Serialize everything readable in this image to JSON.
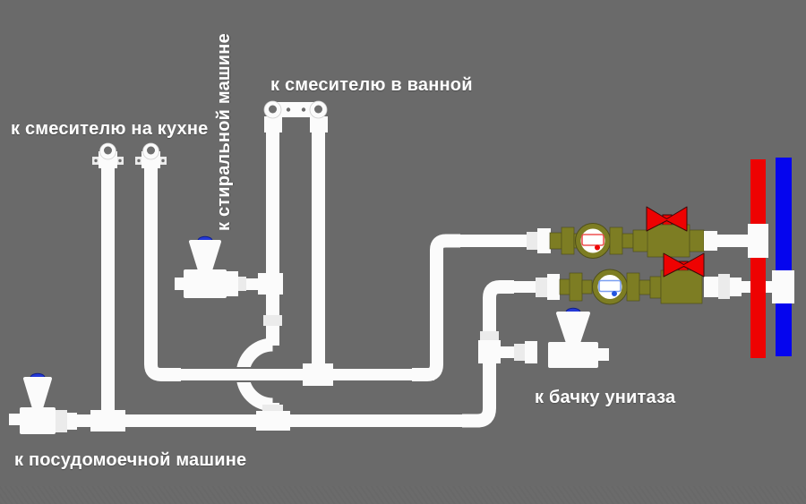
{
  "labels": {
    "kitchen_mixer": "к смесителю на кухне",
    "washing_machine": "к стиральной машине",
    "bathroom_mixer": "к смесителю в ванной",
    "toilet_tank": "к бачку унитаза",
    "dishwasher": "к посудомоечной машине"
  },
  "colors": {
    "bg": "#6a6a6a",
    "hot": "#ee0202",
    "cold": "#0505ee",
    "brass": "#7d7d23",
    "brass-edge": "#50501a",
    "pipe": "#fbfbfb",
    "pipe-shade": "#ebebeb",
    "cap": "#2438d6",
    "cap-edge": "#101f8a",
    "hot-window": "#ef5050",
    "cold-window": "#7b9ff2",
    "cold-dot": "#2255e0",
    "screw": "#6a6a6a",
    "label-text": "#ffffff"
  }
}
